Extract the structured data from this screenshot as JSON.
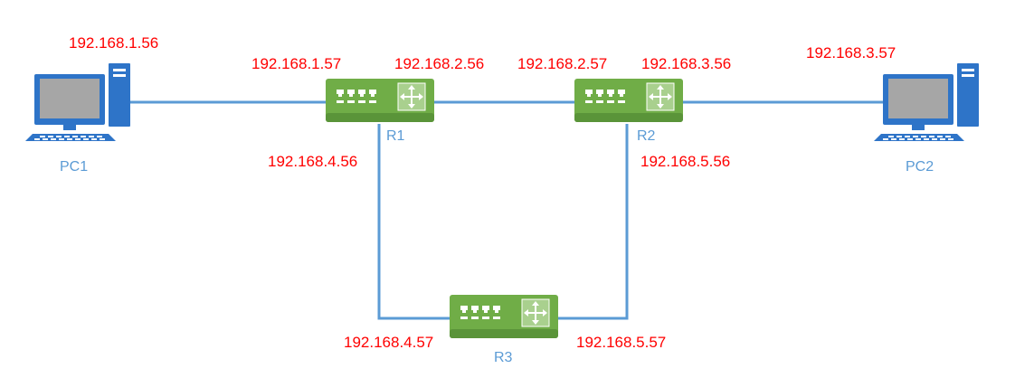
{
  "colors": {
    "ip_text": "#ff0000",
    "device_label": "#5b9bd5",
    "link": "#5b9bd5",
    "router_body": "#70ad47",
    "pc_body": "#2e74c8"
  },
  "devices": {
    "pc1": {
      "label": "PC1",
      "icon": "desktop-pc-icon"
    },
    "pc2": {
      "label": "PC2",
      "icon": "desktop-pc-icon"
    },
    "r1": {
      "label": "R1",
      "icon": "router-icon"
    },
    "r2": {
      "label": "R2",
      "icon": "router-icon"
    },
    "r3": {
      "label": "R3",
      "icon": "router-icon"
    }
  },
  "links": [
    {
      "from": "PC1",
      "to": "R1",
      "ip_from": "192.168.1.56",
      "ip_to": "192.168.1.57"
    },
    {
      "from": "R1",
      "to": "R2",
      "ip_from": "192.168.2.56",
      "ip_to": "192.168.2.57"
    },
    {
      "from": "R2",
      "to": "PC2",
      "ip_from": "192.168.3.56",
      "ip_to": "192.168.3.57"
    },
    {
      "from": "R1",
      "to": "R3",
      "ip_from": "192.168.4.56",
      "ip_to": "192.168.4.57"
    },
    {
      "from": "R2",
      "to": "R3",
      "ip_from": "192.168.5.56",
      "ip_to": "192.168.5.57"
    }
  ]
}
